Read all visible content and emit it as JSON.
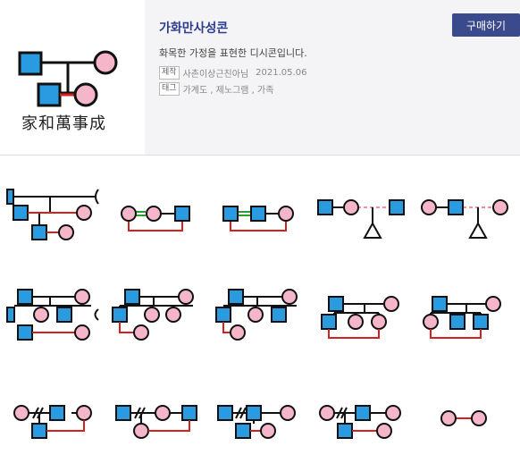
{
  "product": {
    "title": "가화만사성콘",
    "buy_label": "구매하기",
    "description": "화목한 가정을 표현한 디시콘입니다.",
    "thumbnail_caption": "家和萬事成"
  },
  "meta": {
    "author_label": "제작",
    "author": "사촌이상근친아님",
    "date": "2021.05.06",
    "tags_label": "태그",
    "tags": "가계도 , 제노그램 , 가족"
  },
  "colors": {
    "male_fill": "#2a9be0",
    "female_fill": "#f4b6c8",
    "line": "#111111",
    "bond_line": "#d62020",
    "double_line": "#2aa02a",
    "dashed_line": "#f28aa0",
    "accent": "#3a4a8c"
  },
  "emoticons": [
    {
      "name": "family-tree-1"
    },
    {
      "name": "family-tree-2"
    },
    {
      "name": "family-tree-3"
    },
    {
      "name": "family-tree-4"
    },
    {
      "name": "family-tree-5"
    },
    {
      "name": "family-tree-6"
    },
    {
      "name": "family-tree-7"
    },
    {
      "name": "family-tree-8"
    },
    {
      "name": "family-tree-9"
    },
    {
      "name": "family-tree-10"
    },
    {
      "name": "family-tree-11"
    },
    {
      "name": "family-tree-12"
    },
    {
      "name": "family-tree-13"
    },
    {
      "name": "family-tree-14"
    },
    {
      "name": "family-tree-15"
    }
  ]
}
